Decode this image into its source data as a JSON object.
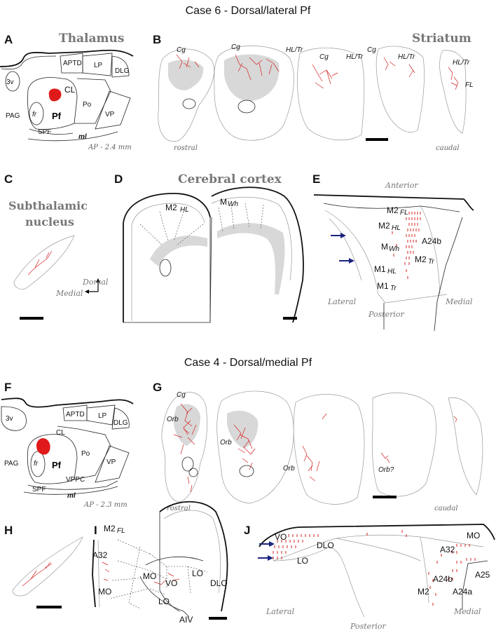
{
  "titles": {
    "case6": "Case 6 - Dorsal/lateral Pf",
    "case4": "Case 4 - Dorsal/medial Pf"
  },
  "panels": {
    "A": "A",
    "B": "B",
    "C": "C",
    "D": "D",
    "E": "E",
    "F": "F",
    "G": "G",
    "H": "H",
    "I": "I",
    "J": "J"
  },
  "regions": {
    "thalamus": "Thalamus",
    "striatum": "Striatum",
    "subthalamic_line1": "Subthalamic",
    "subthalamic_line2": "nucleus",
    "cerebral_cortex": "Cerebral cortex"
  },
  "panelA": {
    "v3": "3v",
    "aptd": "APTD",
    "lp": "LP",
    "dlg": "DLG",
    "cl": "CL",
    "pag": "PAG",
    "fr": "fr",
    "pf": "Pf",
    "po": "Po",
    "vp": "VP",
    "spf": "SPF",
    "ml": "ml",
    "ap": "AP - 2.4 mm"
  },
  "panelB": {
    "cg1": "Cg",
    "cg2": "Cg",
    "hltr1": "HL/Tr",
    "cg3": "Cg",
    "hltr2": "HL/Tr",
    "cg4": "Cg",
    "hltr3": "HL/Tr",
    "hltr4": "HL/Tr",
    "fl": "FL",
    "rostral": "rostral",
    "caudal": "caudal"
  },
  "panelD": {
    "m2_main": "M2",
    "m2_sub": "HL",
    "m_main": "M",
    "m_sub": "Wh",
    "dorsal": "Dorsal",
    "medial": "Medial"
  },
  "panelE": {
    "anterior": "Anterior",
    "posterior": "Posterior",
    "lateral": "Lateral",
    "medial": "Medial",
    "m2fl_main": "M2",
    "m2fl_sub": "FL",
    "m2hl_main": "M2",
    "m2hl_sub": "HL",
    "mwh_main": "M",
    "mwh_sub": "Wh",
    "a24b": "A24b",
    "m2tr_main": "M2",
    "m2tr_sub": "Tr",
    "m1hl_main": "M1",
    "m1hl_sub": "HL",
    "m1tr_main": "M1",
    "m1tr_sub": "Tr"
  },
  "panelF": {
    "v3": "3v",
    "aptd": "APTD",
    "lp": "LP",
    "dlg": "DLG",
    "cl": "CL",
    "pag": "PAG",
    "fr": "fr",
    "pf": "Pf",
    "po": "Po",
    "vp": "VP",
    "vppc": "VPPC",
    "spf": "SPF",
    "ml": "ml",
    "ap": "AP - 2.3 mm"
  },
  "panelG": {
    "cg": "Cg",
    "orb1": "Orb",
    "orb2": "Orb",
    "orb3": "Orb",
    "orb4": "Orb?",
    "rostral": "rostral",
    "caudal": "caudal"
  },
  "panelI": {
    "m2_main": "M2",
    "m2_sub": "FL",
    "a32": "A32",
    "mo1": "MO",
    "mo2": "MO",
    "vo": "VO",
    "lo1": "LO",
    "lo2": "LO",
    "dlo": "DLO",
    "aiv": "AIV"
  },
  "panelJ": {
    "vo": "VO",
    "dlo": "DLO",
    "lo": "LO",
    "mo": "MO",
    "a32": "A32",
    "a24b": "A24b",
    "m2": "M2",
    "a25": "A25",
    "a24a": "A24a",
    "lateral": "Lateral",
    "medial": "Medial",
    "posterior": "Posterior"
  },
  "colors": {
    "projection": "#d42020",
    "arrow": "#1a237e",
    "region_label": "#777777",
    "grey_fill": "#d8d8d8"
  },
  "icons": [
    "blue-arrow-icon",
    "orientation-arrows-icon",
    "scale-bar-icon",
    "injection-site-icon"
  ]
}
